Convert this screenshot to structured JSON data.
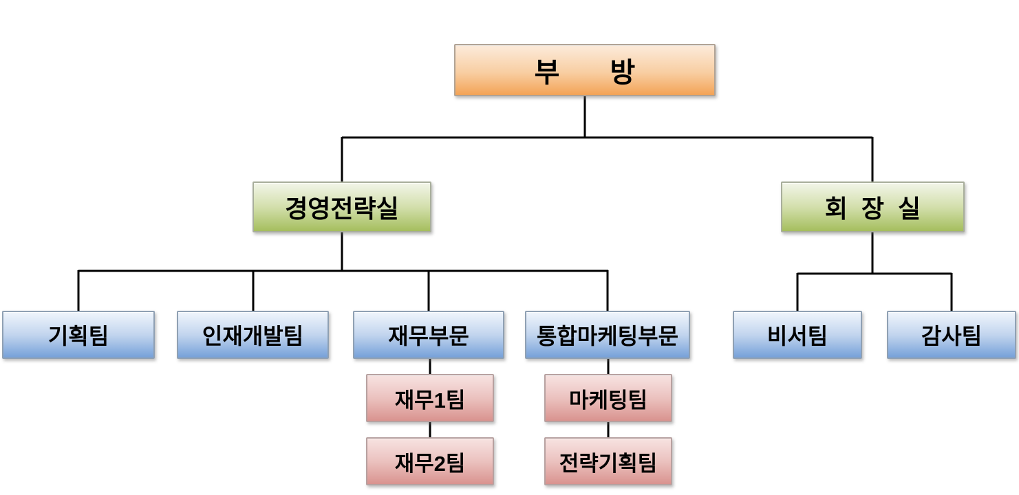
{
  "diagram": {
    "type": "organization-chart",
    "background_color": "#FFFFFF",
    "line_color": "#000000",
    "nodes": {
      "root": {
        "label": "부 방",
        "level": 1,
        "style": "orange"
      },
      "strategy_office": {
        "label": "경영전략실",
        "level": 2,
        "style": "green",
        "parent": "root"
      },
      "chairman_office": {
        "label": "회 장 실",
        "level": 2,
        "style": "green",
        "parent": "root"
      },
      "planning_team": {
        "label": "기획팀",
        "level": 3,
        "style": "blue",
        "parent": "strategy_office"
      },
      "talent_dev_team": {
        "label": "인재개발팀",
        "level": 3,
        "style": "blue",
        "parent": "strategy_office"
      },
      "finance_division": {
        "label": "재무부문",
        "level": 3,
        "style": "blue",
        "parent": "strategy_office"
      },
      "integrated_marketing_division": {
        "label": "통합마케팅부문",
        "level": 3,
        "style": "blue",
        "parent": "strategy_office"
      },
      "secretary_team": {
        "label": "비서팀",
        "level": 3,
        "style": "blue",
        "parent": "chairman_office"
      },
      "audit_team": {
        "label": "감사팀",
        "level": 3,
        "style": "blue",
        "parent": "chairman_office"
      },
      "finance_team_1": {
        "label": "재무1팀",
        "level": 4,
        "style": "pink",
        "parent": "finance_division"
      },
      "finance_team_2": {
        "label": "재무2팀",
        "level": 4,
        "style": "pink",
        "parent": "finance_team_1"
      },
      "marketing_team": {
        "label": "마케팅팀",
        "level": 4,
        "style": "pink",
        "parent": "integrated_marketing_division"
      },
      "strategic_planning_team": {
        "label": "전략기획팀",
        "level": 4,
        "style": "pink",
        "parent": "marketing_team"
      }
    },
    "styles": {
      "orange": {
        "fill_top": "#FCEBDB",
        "fill_bottom": "#F3A356",
        "border": "#B0A294"
      },
      "green": {
        "fill_top": "#F2F5E9",
        "fill_bottom": "#A5BE5E",
        "border": "#A8AE9B"
      },
      "blue": {
        "fill_top": "#F0F5FC",
        "fill_bottom": "#76A1D9",
        "border": "#8FA0B3"
      },
      "pink": {
        "fill_top": "#F7E3E1",
        "fill_bottom": "#D9938F",
        "border": "#B7A1A0"
      }
    }
  }
}
